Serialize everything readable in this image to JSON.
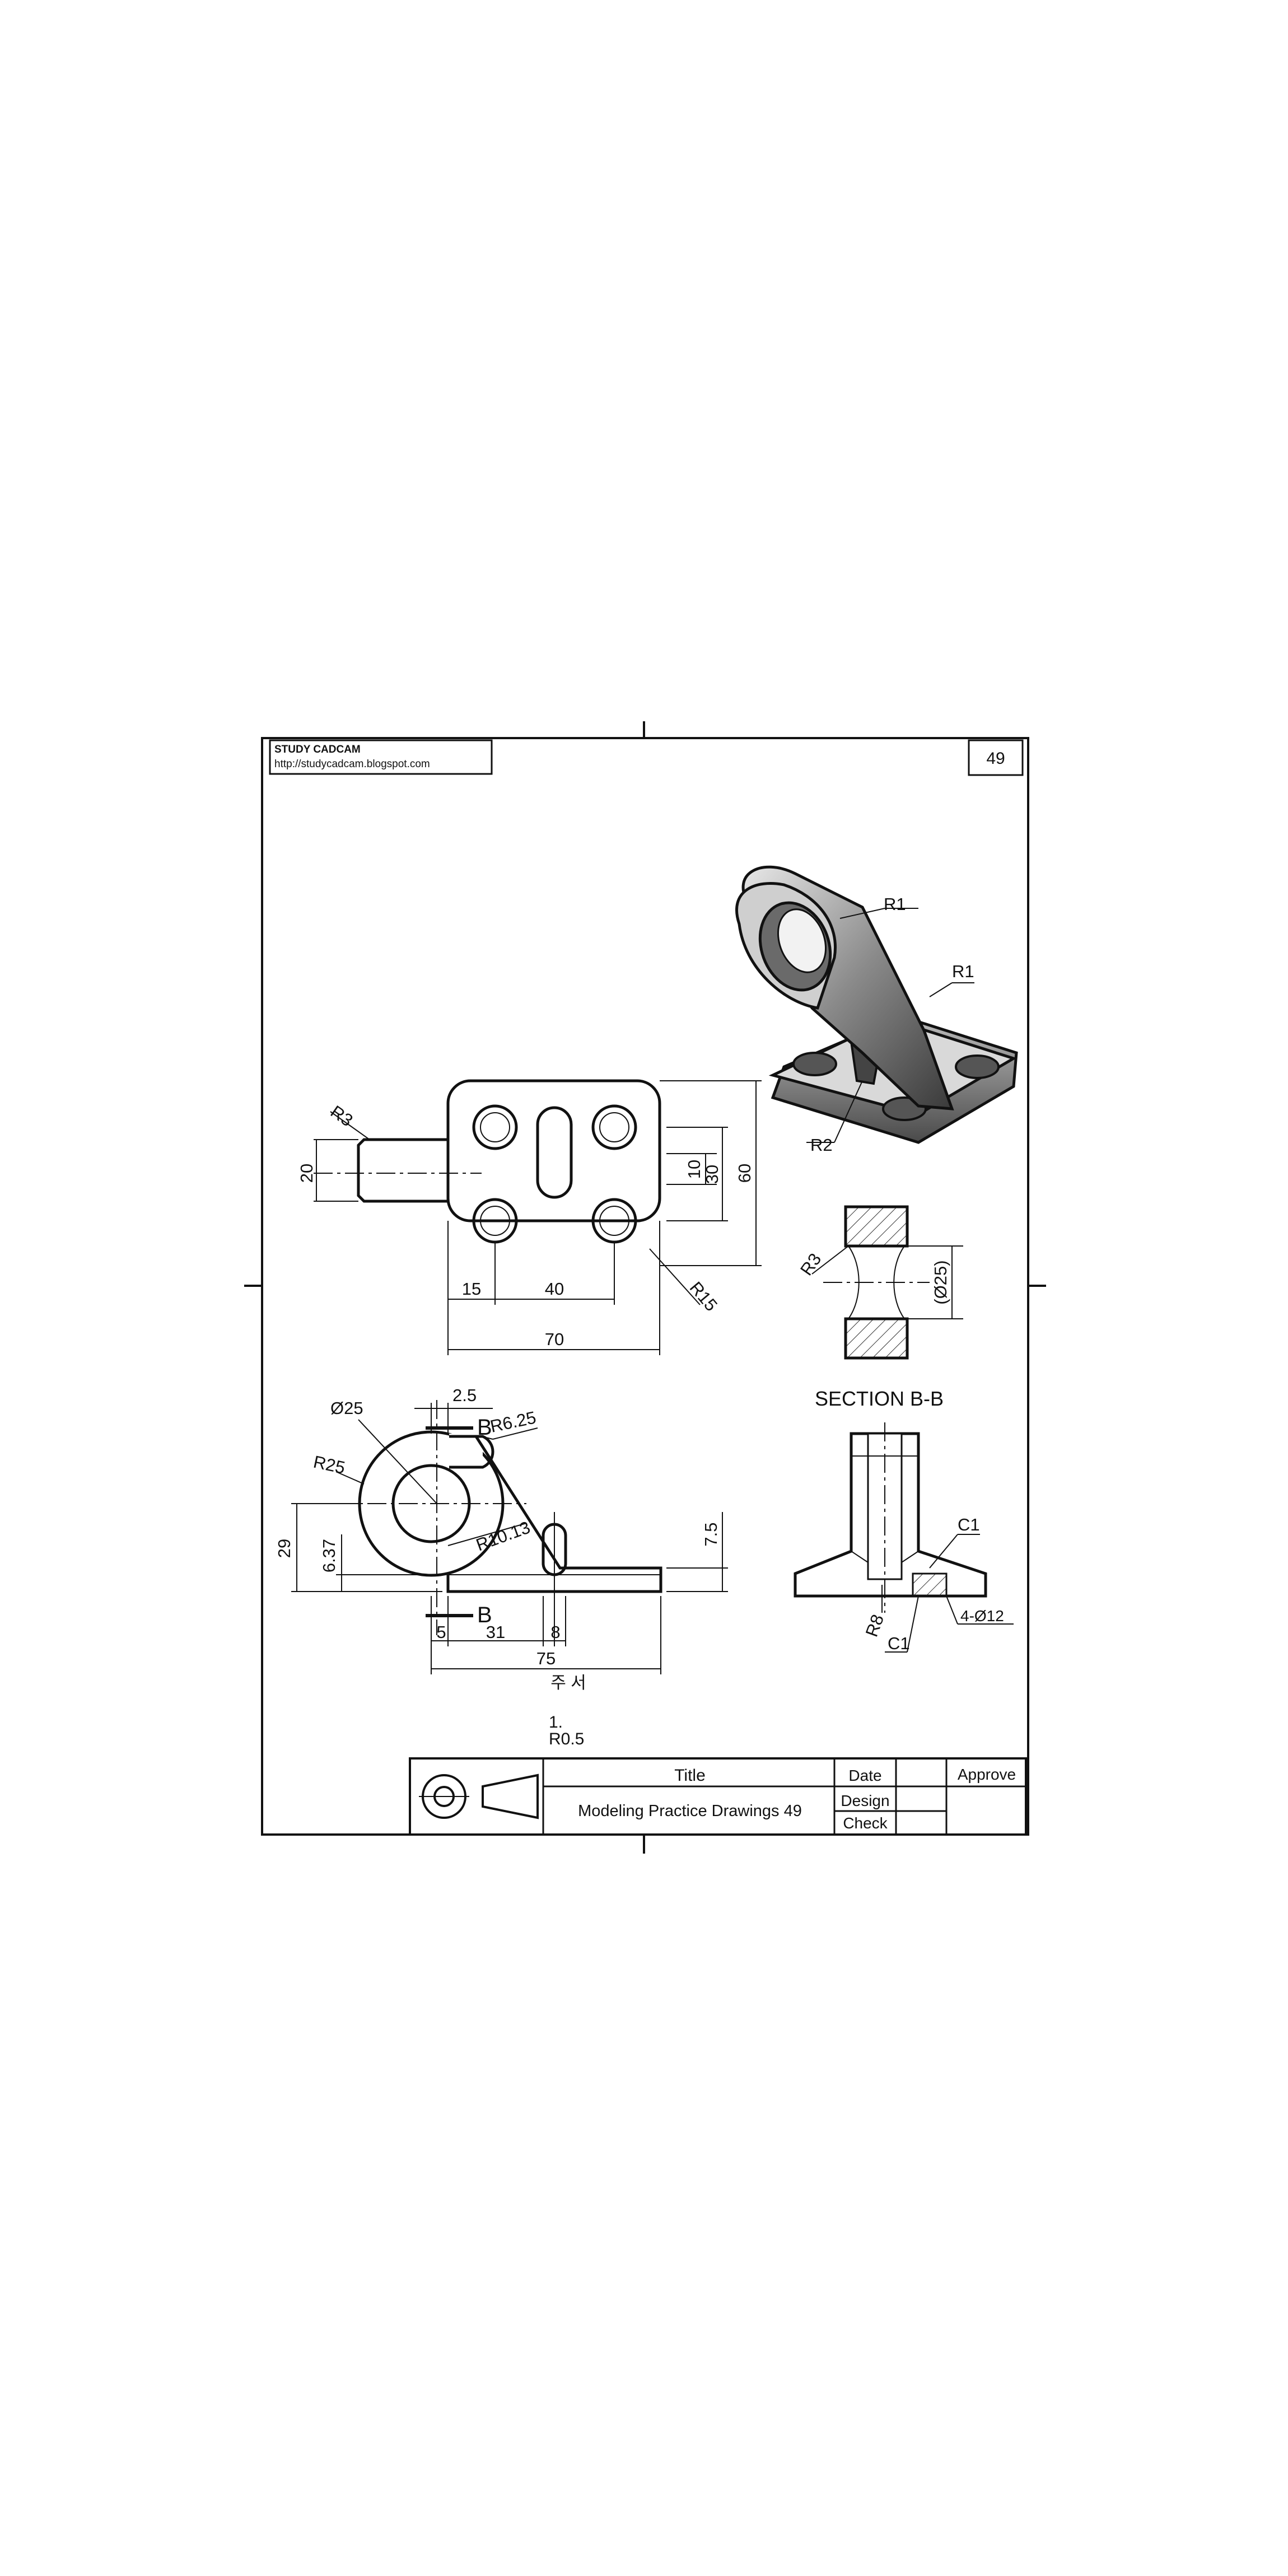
{
  "header": {
    "company": "STUDY CADCAM",
    "url": "http://studycadcam.blogspot.com",
    "page_number": "49"
  },
  "iso_labels": {
    "r1_top": "R1",
    "r1_right": "R1",
    "r2": "R2"
  },
  "top_view": {
    "r3": "R3",
    "d20": "20",
    "d10": "10",
    "d30": "30",
    "d60": "60",
    "d15": "15",
    "d40": "40",
    "d70": "70",
    "r15": "R15"
  },
  "section_side": {
    "r3": "R3",
    "d25": "(Ø25)"
  },
  "front_view": {
    "d2_5": "2.5",
    "b_top": "B",
    "b_bottom": "B",
    "dia25": "Ø25",
    "r6_25": "R6.25",
    "r25": "R25",
    "r10_13": "R10.13",
    "d29": "29",
    "d6_37": "6.37",
    "d7_5": "7.5",
    "d5": "5",
    "d31": "31",
    "d8": "8",
    "d75": "75"
  },
  "section_bb": {
    "title": "SECTION B-B",
    "c1_top": "C1",
    "holes": "4-Ø12",
    "r8": "R8",
    "c1_bottom": "C1"
  },
  "notes": {
    "heading": "주 서",
    "item_number": "1.",
    "item_text": "R0.5"
  },
  "title_block": {
    "title_label": "Title",
    "drawing_title": "Modeling Practice Drawings 49",
    "date_label": "Date",
    "design_label": "Design",
    "check_label": "Check",
    "approve_label": "Approve"
  }
}
